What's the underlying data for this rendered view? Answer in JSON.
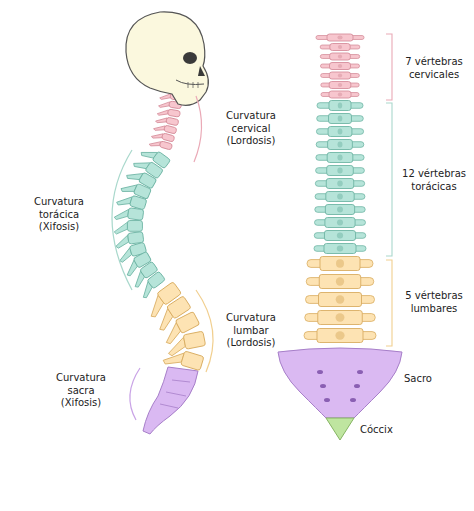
{
  "diagram": {
    "labels": [
      "7 vértebras cervicales",
      "Curvatura cervical (Lordosis)",
      "12 vértebras torácicas",
      "Curvatura torácica (Xifosis)",
      "5 vértebras lumbares",
      "Curvatura lumbar (Lordosis)",
      "Sacro",
      "Curvatura sacra (Xifosis)",
      "Cóccix"
    ]
  }
}
